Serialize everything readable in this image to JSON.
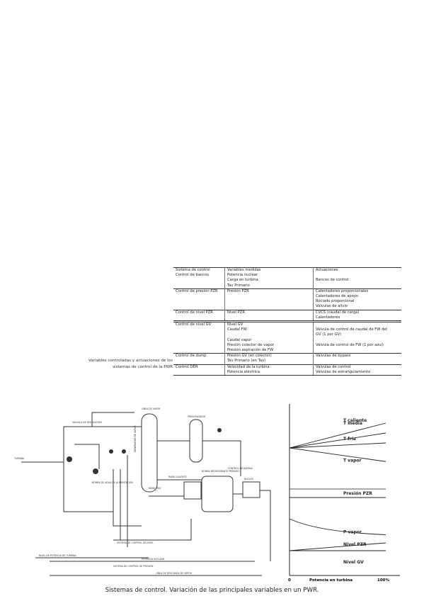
{
  "table": {
    "rows": [
      {
        "group": "Sistema de control\nControl de bancos",
        "vars": "Variables medidas\nPotencia nuclear\nCarga en turbina\nTav Primario",
        "acts": "Actuaciones\n\nBancos de control\n"
      },
      {
        "group": "Control de presión PZR",
        "vars": "Presión PZR\n\n\n",
        "acts": "Calentadores proporcionales\nCalentadores de apoyo\nRociado proporcional\nVálvulas de alivio"
      },
      {
        "group": "Control de nivel PZR",
        "vars": "Nivel PZR\n",
        "acts": "CVCS (caudal de carga)\nCalentadores"
      },
      {
        "group": "Control de nivel GV",
        "vars": "Nivel GV\nCaudal FW\n\nCaudal vapor\nPresión colector de vapor\nPresión aspiración de FW",
        "acts": "\nVálvula de control de caudal de FW del\nGV (1 por GV)\n\nVálvula de control de FW (1 por azul)\n"
      },
      {
        "group": "Control de dump",
        "vars": "Presión GV (en colector)\nTav Primario (en Tav)",
        "acts": "Válvulas de bypass\n"
      },
      {
        "group": "Control DEH",
        "vars": "Velocidad de la turbina\nPotencia eléctrica",
        "acts": "Válvulas de control\nVálvulas de estrangulamiento"
      }
    ]
  },
  "table_caption": "Variables controladas y actuaciones de los\nsistemas de control de la PWR",
  "diagram": {
    "labels": {
      "feedwater": "VÁLVULA DE\nREGULACIÓN",
      "steam_line": "LÍNEA DE VAPOR",
      "steam_gen": "GENERADOR DE VAPOR",
      "pressurizer": "PRESURIZADOR",
      "hot_leg": "RAMA CALIENTE",
      "cold_leg": "RAMA FRÍA",
      "rcp": "BOMBA REFRIGERANTE\nPRIMARIO",
      "core": "NÚCLEO",
      "control_bars": "CONTROL DE BARRAS",
      "turbine_level": "NIVEL DE POTENCIA DE TURBINA",
      "nuclear_power": "POTENCIA NUCLEAR",
      "dump_line": "LÍNEA DE DESCARGA DE VAPOR",
      "feed_pump": "BOMBA DE AGUA\nDE ALIMENTACIÓN",
      "charging": "SISTEMA DE CONTROL\nDE NIVEL",
      "press_ctrl": "SISTEMA DE CONTROL\nDE PRESIÓN",
      "turbine": "TURBINA"
    }
  },
  "chart_data": {
    "type": "line",
    "title": "",
    "xlabel": "Potencia en turbina",
    "x": [
      0,
      100
    ],
    "x_tick_labels": [
      "0",
      "100%"
    ],
    "ylabel": "",
    "series": [
      {
        "name": "T caliente",
        "values": [
          0.0,
          1.0
        ]
      },
      {
        "name": "T media",
        "values": [
          0.0,
          0.6
        ]
      },
      {
        "name": "T fría",
        "values": [
          0.0,
          0.2
        ]
      },
      {
        "name": "T vapor",
        "values": [
          0.0,
          -0.55
        ]
      },
      {
        "name": "Presión PZR",
        "values": [
          0.0,
          0.0
        ]
      },
      {
        "name": "P vapor",
        "values": [
          0.0,
          -0.75
        ]
      },
      {
        "name": "Nivel PZR",
        "values": [
          0.0,
          0.55
        ]
      },
      {
        "name": "Nivel GV",
        "values": [
          0.0,
          0.0
        ]
      }
    ]
  },
  "figure_caption": "Sistemas de control. Variación de las principales variables en un PWR."
}
